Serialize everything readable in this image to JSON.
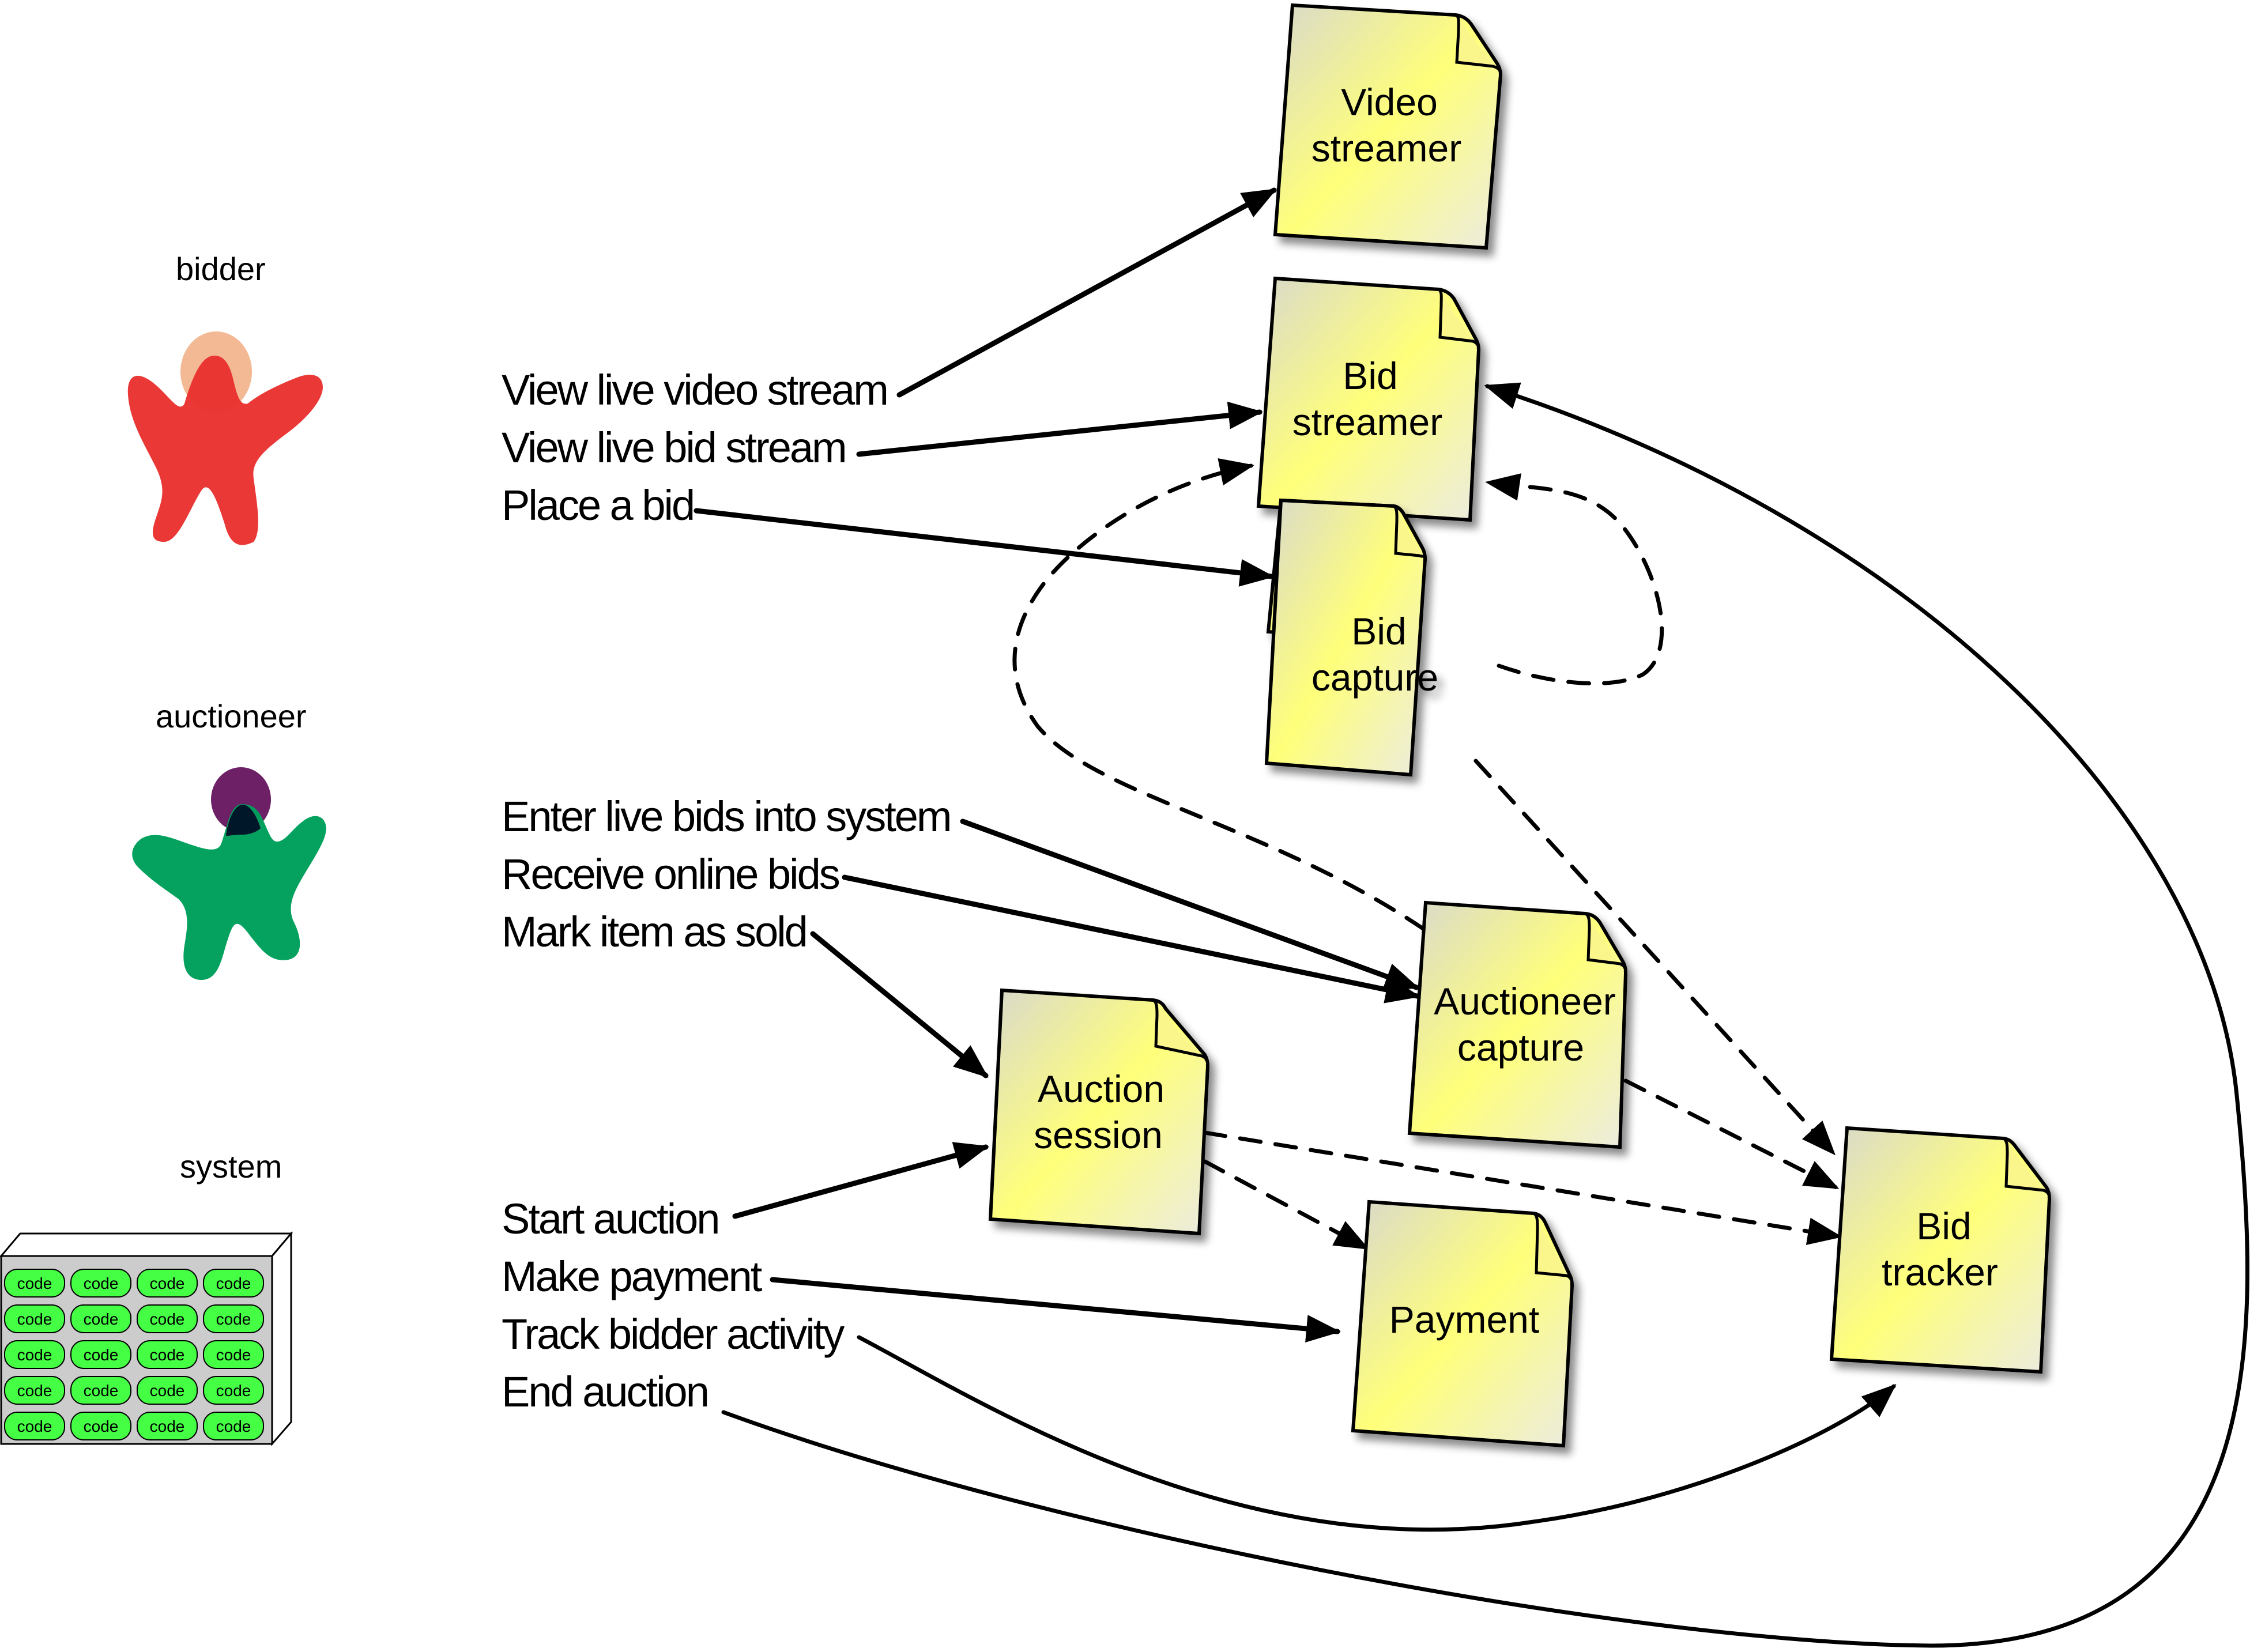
{
  "colors": {
    "note_fill_light": "#ffff7a",
    "note_fill_shade": "#dcdccc",
    "bidder_body": "#e83230",
    "bidder_head": "#f3b894",
    "auctioneer_body": "#00a05c",
    "auctioneer_head": "#6e2066",
    "system_box": "#cccccc",
    "code_pill": "#44ff44"
  },
  "actors": {
    "bidder": {
      "label": "bidder",
      "icon": "person-icon"
    },
    "auctioneer": {
      "label": "auctioneer",
      "icon": "person-icon"
    },
    "system": {
      "label": "system",
      "icon": "server-rack-icon",
      "cell_label": "code",
      "rows": 5,
      "cols": 4
    }
  },
  "actions": {
    "bidder": [
      "View live video stream",
      "View live bid stream",
      "Place a bid"
    ],
    "auctioneer": [
      "Enter live bids into system",
      "Receive online bids",
      "Mark item as sold"
    ],
    "system": [
      "Start auction",
      "Make payment",
      "Track bidder activity",
      "End auction"
    ]
  },
  "components": {
    "video_streamer": [
      "Video",
      "streamer"
    ],
    "bid_streamer": [
      "Bid",
      "streamer"
    ],
    "bid_capture": [
      "Bid",
      "capture"
    ],
    "auctioneer_capture": [
      "Auctioneer",
      "capture"
    ],
    "auction_session": [
      "Auction",
      "session"
    ],
    "payment": [
      "Payment"
    ],
    "bid_tracker": [
      "Bid",
      "tracker"
    ]
  },
  "flows": [
    {
      "from": "View live video stream",
      "to": "Video streamer",
      "style": "solid"
    },
    {
      "from": "View live bid stream",
      "to": "Bid streamer",
      "style": "solid"
    },
    {
      "from": "Place a bid",
      "to": "Bid capture",
      "style": "solid"
    },
    {
      "from": "Enter live bids into system",
      "to": "Auctioneer capture",
      "style": "solid"
    },
    {
      "from": "Receive online bids",
      "to": "Auctioneer capture",
      "style": "solid"
    },
    {
      "from": "Mark item as sold",
      "to": "Auction session",
      "style": "solid"
    },
    {
      "from": "Start auction",
      "to": "Auction session",
      "style": "solid"
    },
    {
      "from": "Make payment",
      "to": "Payment",
      "style": "solid"
    },
    {
      "from": "Track bidder activity",
      "to": "Bid tracker",
      "style": "solid"
    },
    {
      "from": "End auction",
      "to": "Bid streamer",
      "style": "solid"
    },
    {
      "from": "Bid capture",
      "to": "Bid streamer",
      "style": "dashed"
    },
    {
      "from": "Auctioneer capture",
      "to": "Bid streamer",
      "style": "dashed"
    },
    {
      "from": "Bid capture",
      "to": "Bid tracker",
      "style": "dashed"
    },
    {
      "from": "Auctioneer capture",
      "to": "Bid tracker",
      "style": "dashed"
    },
    {
      "from": "Auction session",
      "to": "Bid tracker",
      "style": "dashed"
    },
    {
      "from": "Auction session",
      "to": "Payment",
      "style": "dashed"
    }
  ]
}
